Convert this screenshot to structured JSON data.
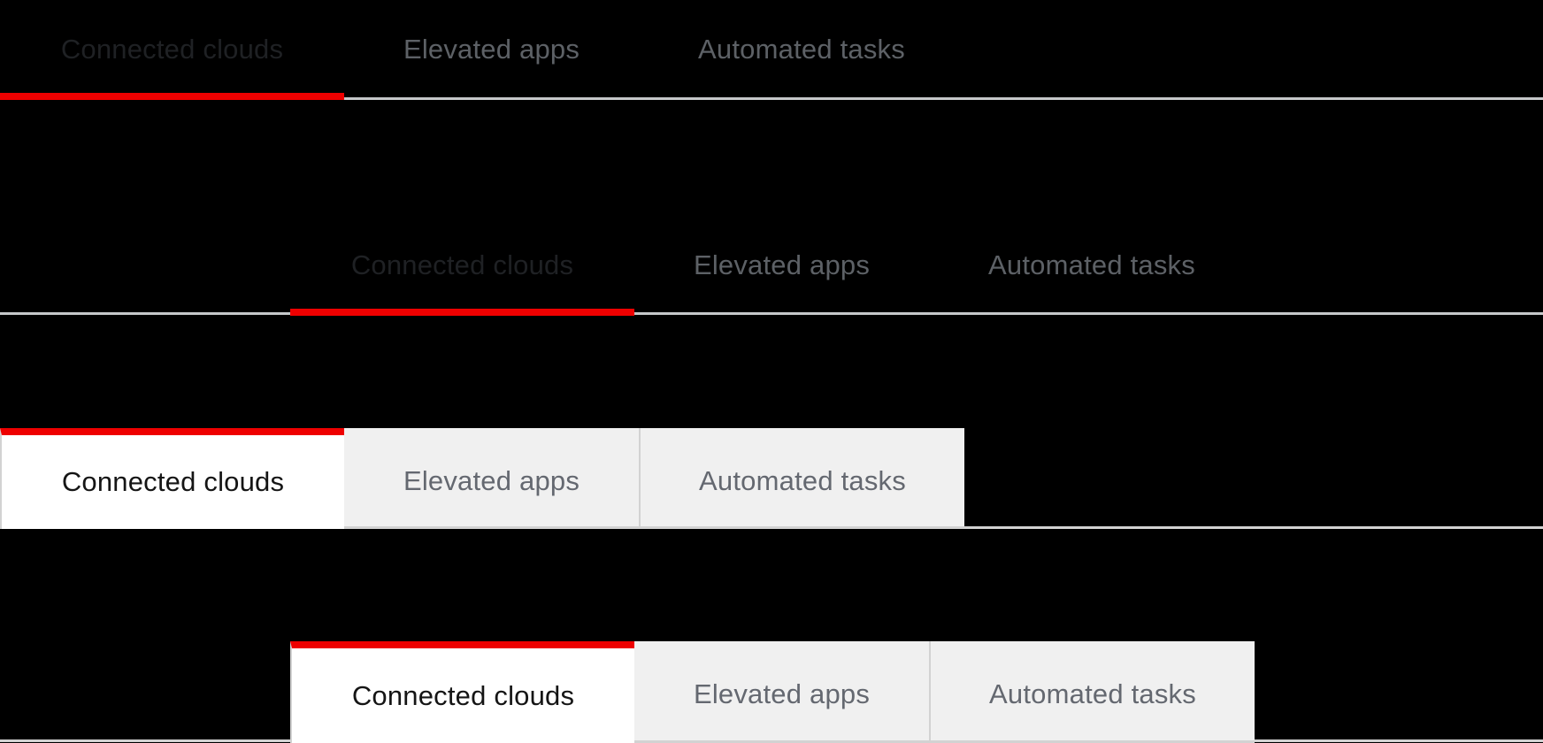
{
  "component": "tabs-variants-showcase",
  "colors": {
    "canvas_bg": "#000000",
    "accent_red": "#ee0000",
    "line_rule_gray": "#c6c8ca",
    "box_border_gray": "#d2d2d2",
    "box_inactive_bg": "#f0f0f0",
    "box_active_bg": "#ffffff",
    "line_active_text": "#1f2124",
    "line_inactive_text": "#5d6166",
    "box_active_text": "#151515",
    "box_inactive_text": "#646870"
  },
  "tab_groups": [
    {
      "name": "line-tabs-flush-left",
      "variant": "line",
      "active_tab": "Connected clouds",
      "tabs": [
        {
          "label": "Connected clouds",
          "active": true
        },
        {
          "label": "Elevated apps",
          "active": false
        },
        {
          "label": "Automated tasks",
          "active": false
        }
      ]
    },
    {
      "name": "line-tabs-indented",
      "variant": "line",
      "active_tab": "Connected clouds",
      "tabs": [
        {
          "label": "Connected clouds",
          "active": true
        },
        {
          "label": "Elevated apps",
          "active": false
        },
        {
          "label": "Automated tasks",
          "active": false
        }
      ]
    },
    {
      "name": "box-tabs-flush-left",
      "variant": "box",
      "active_tab": "Connected clouds",
      "tabs": [
        {
          "label": "Connected clouds",
          "active": true
        },
        {
          "label": "Elevated apps",
          "active": false
        },
        {
          "label": "Automated tasks",
          "active": false
        }
      ]
    },
    {
      "name": "box-tabs-indented",
      "variant": "box",
      "active_tab": "Connected clouds",
      "tabs": [
        {
          "label": "Connected clouds",
          "active": true
        },
        {
          "label": "Elevated apps",
          "active": false
        },
        {
          "label": "Automated tasks",
          "active": false
        }
      ]
    }
  ]
}
